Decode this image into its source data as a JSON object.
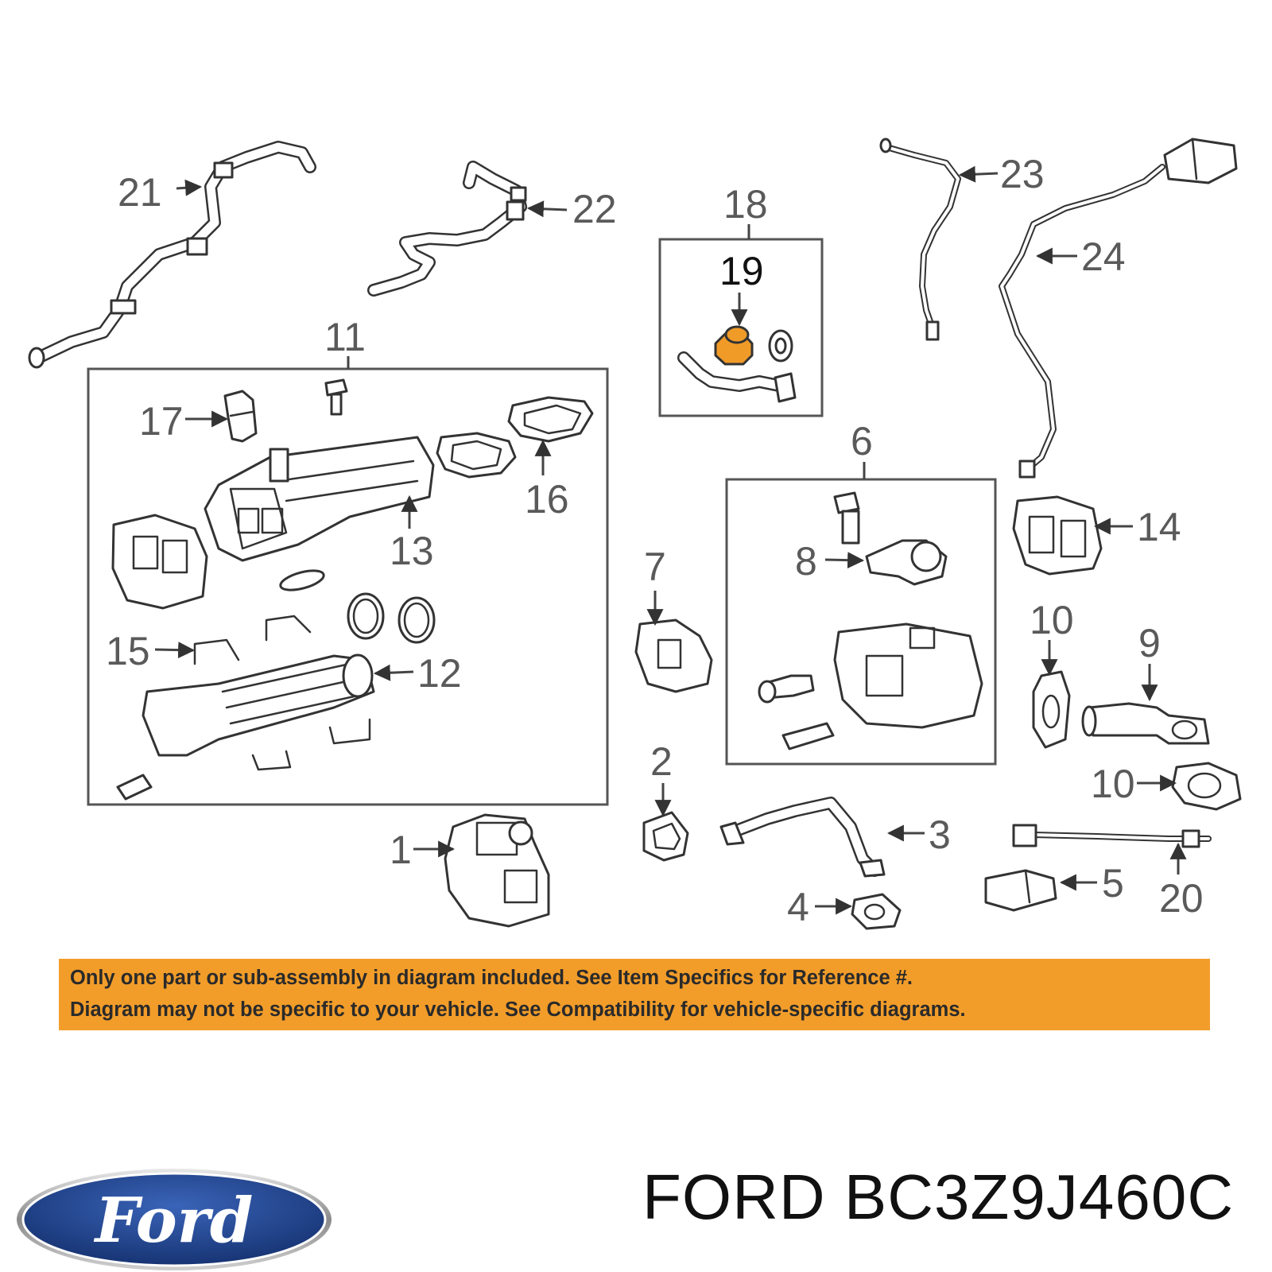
{
  "diagram": {
    "callouts": {
      "c1": "1",
      "c2": "2",
      "c3": "3",
      "c4": "4",
      "c5": "5",
      "c6": "6",
      "c7": "7",
      "c8": "8",
      "c9": "9",
      "c10a": "10",
      "c10b": "10",
      "c11": "11",
      "c12": "12",
      "c13": "13",
      "c14": "14",
      "c15": "15",
      "c16": "16",
      "c17": "17",
      "c18": "18",
      "c19": "19",
      "c20": "20",
      "c21": "21",
      "c22": "22",
      "c23": "23",
      "c24": "24"
    },
    "highlight_color": "#f09b28"
  },
  "banner": {
    "line1": "Only one part or sub-assembly in diagram included. See Item Specifics for Reference #.",
    "line2": "Diagram may not be specific to your vehicle. See Compatibility for vehicle-specific diagrams.",
    "color": "#f29d2a"
  },
  "brand": {
    "text": "FORD BC3Z9J460C",
    "logo_text": "Ford",
    "logo_color": "#1f3f8c"
  }
}
